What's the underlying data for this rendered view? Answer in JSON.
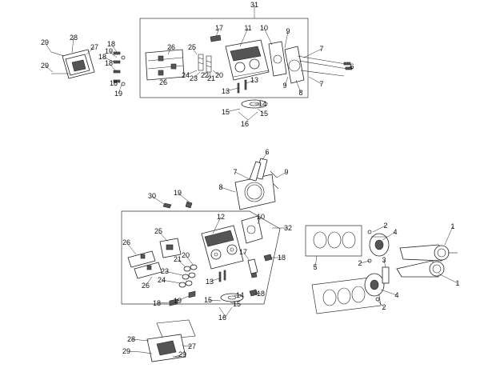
{
  "colors": {
    "ink": "#222222",
    "paper": "#ffffff",
    "shade": "#555555"
  },
  "upper": {
    "callouts": [
      "31",
      "17",
      "11",
      "10",
      "9",
      "7",
      "6",
      "9",
      "8",
      "7",
      "28",
      "27",
      "29",
      "29",
      "18",
      "19",
      "18",
      "18",
      "18",
      "19",
      "26",
      "25",
      "26",
      "24",
      "23",
      "22",
      "21",
      "20",
      "13",
      "13",
      "14",
      "15",
      "16",
      "15"
    ]
  },
  "lower": {
    "callouts": [
      "6",
      "7",
      "9",
      "8",
      "30",
      "19",
      "12",
      "10",
      "32",
      "25",
      "26",
      "20",
      "21",
      "17",
      "18",
      "23",
      "24",
      "26",
      "13",
      "14",
      "15",
      "15",
      "16",
      "19",
      "18",
      "18",
      "28",
      "27",
      "29",
      "29"
    ]
  },
  "piston": {
    "callouts": [
      "2",
      "4",
      "1",
      "5",
      "2",
      "3",
      "1",
      "4",
      "2"
    ]
  }
}
